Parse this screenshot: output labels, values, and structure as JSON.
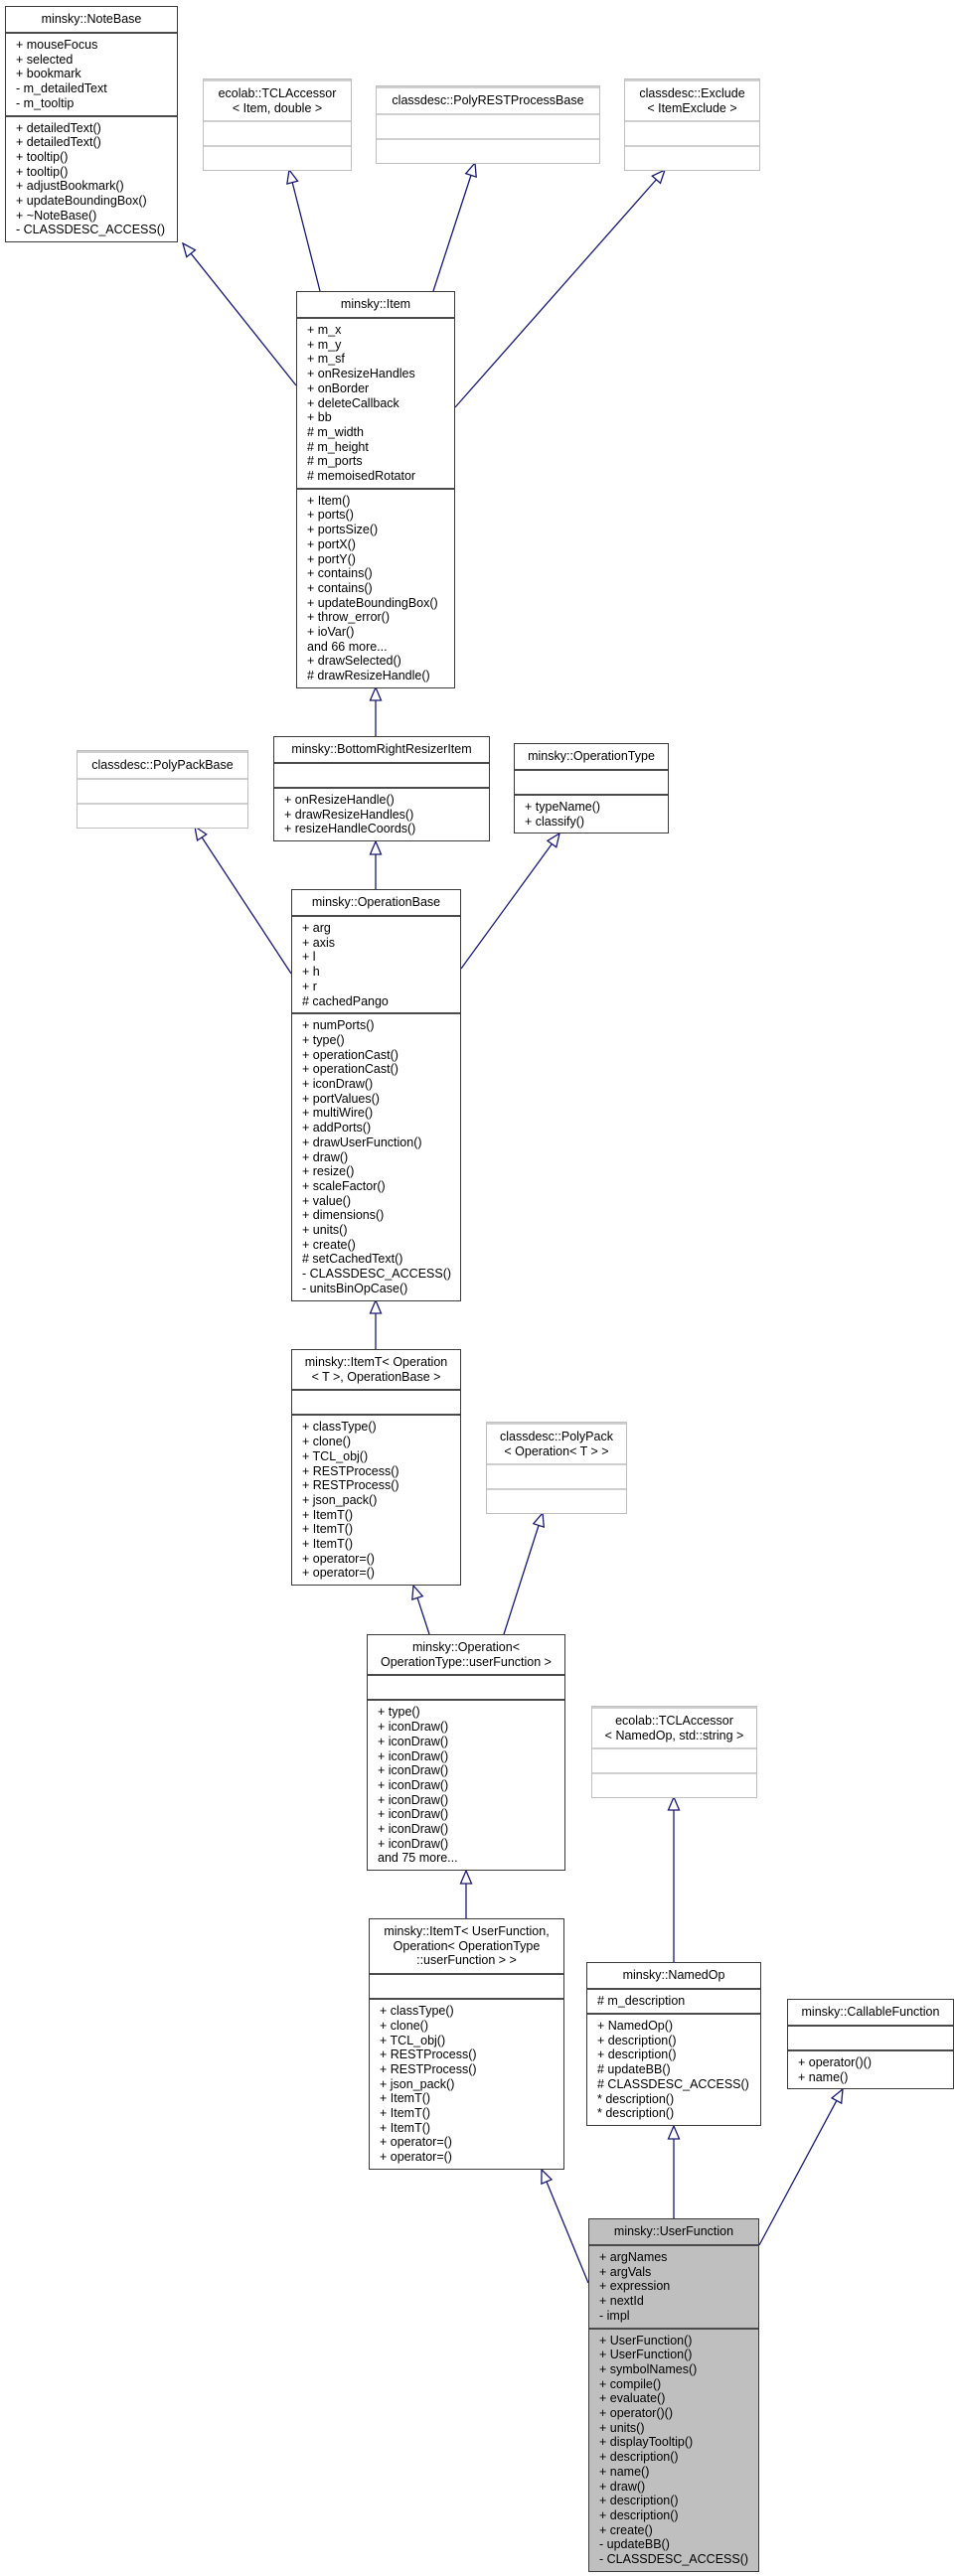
{
  "classes": [
    {
      "title": [
        "minsky::NoteBase"
      ],
      "style": "documented",
      "attributes": [
        "+ mouseFocus",
        "+ selected",
        "+ bookmark",
        "- m_detailedText",
        "- m_tooltip"
      ],
      "methods": [
        "+ detailedText()",
        "+ detailedText()",
        "+ tooltip()",
        "+ tooltip()",
        "+ adjustBookmark()",
        "+ updateBoundingBox()",
        "+ ~NoteBase()",
        "- CLASSDESC_ACCESS()"
      ]
    },
    {
      "title": [
        "ecolab::TCLAccessor",
        "< Item, double >"
      ],
      "style": "external",
      "attributes": [],
      "methods": []
    },
    {
      "title": [
        "classdesc::PolyRESTProcessBase"
      ],
      "style": "external",
      "attributes": [],
      "methods": []
    },
    {
      "title": [
        "classdesc::Exclude",
        "< ItemExclude >"
      ],
      "style": "external",
      "attributes": [],
      "methods": []
    },
    {
      "title": [
        "minsky::Item"
      ],
      "style": "documented",
      "attributes": [
        "+ m_x",
        "+ m_y",
        "+ m_sf",
        "+ onResizeHandles",
        "+ onBorder",
        "+ deleteCallback",
        "+ bb",
        "# m_width",
        "# m_height",
        "# m_ports",
        "# memoisedRotator"
      ],
      "methods": [
        "+ Item()",
        "+ ports()",
        "+ portsSize()",
        "+ portX()",
        "+ portY()",
        "+ contains()",
        "+ contains()",
        "+ updateBoundingBox()",
        "+ throw_error()",
        "+ ioVar()",
        "and 66 more...",
        "+ drawSelected()",
        "# drawResizeHandle()"
      ]
    },
    {
      "title": [
        "minsky::BottomRightResizerItem"
      ],
      "style": "documented",
      "attributes": [],
      "methods": [
        "+ onResizeHandle()",
        "+ drawResizeHandles()",
        "+ resizeHandleCoords()"
      ]
    },
    {
      "title": [
        "classdesc::PolyPackBase"
      ],
      "style": "external",
      "attributes": [],
      "methods": []
    },
    {
      "title": [
        "minsky::OperationType"
      ],
      "style": "documented",
      "attributes": [],
      "methods": [
        "+ typeName()",
        "+ classify()"
      ]
    },
    {
      "title": [
        "minsky::OperationBase"
      ],
      "style": "documented",
      "attributes": [
        "+ arg",
        "+ axis",
        "+ l",
        "+ h",
        "+ r",
        "# cachedPango"
      ],
      "methods": [
        "+ numPorts()",
        "+ type()",
        "+ operationCast()",
        "+ operationCast()",
        "+ iconDraw()",
        "+ portValues()",
        "+ multiWire()",
        "+ addPorts()",
        "+ drawUserFunction()",
        "+ draw()",
        "+ resize()",
        "+ scaleFactor()",
        "+ value()",
        "+ dimensions()",
        "+ units()",
        "+ create()",
        "# setCachedText()",
        "- CLASSDESC_ACCESS()",
        "- unitsBinOpCase()"
      ]
    },
    {
      "title": [
        "minsky::ItemT< Operation",
        "< T >, OperationBase >"
      ],
      "style": "documented",
      "attributes": [],
      "methods": [
        "+ classType()",
        "+ clone()",
        "+ TCL_obj()",
        "+ RESTProcess()",
        "+ RESTProcess()",
        "+ json_pack()",
        "+ ItemT()",
        "+ ItemT()",
        "+ ItemT()",
        "+ operator=()",
        "+ operator=()"
      ]
    },
    {
      "title": [
        "classdesc::PolyPack",
        "< Operation< T > >"
      ],
      "style": "external",
      "attributes": [],
      "methods": []
    },
    {
      "title": [
        "minsky::Operation<",
        "OperationType::userFunction >"
      ],
      "style": "documented",
      "attributes": [],
      "methods": [
        "+ type()",
        "+ iconDraw()",
        "+ iconDraw()",
        "+ iconDraw()",
        "+ iconDraw()",
        "+ iconDraw()",
        "+ iconDraw()",
        "+ iconDraw()",
        "+ iconDraw()",
        "+ iconDraw()",
        "and 75 more..."
      ]
    },
    {
      "title": [
        "ecolab::TCLAccessor",
        "< NamedOp, std::string >"
      ],
      "style": "external",
      "attributes": [],
      "methods": []
    },
    {
      "title": [
        "minsky::ItemT< UserFunction,",
        "Operation< OperationType",
        "::userFunction > >"
      ],
      "style": "documented",
      "attributes": [],
      "methods": [
        "+ classType()",
        "+ clone()",
        "+ TCL_obj()",
        "+ RESTProcess()",
        "+ RESTProcess()",
        "+ json_pack()",
        "+ ItemT()",
        "+ ItemT()",
        "+ ItemT()",
        "+ operator=()",
        "+ operator=()"
      ]
    },
    {
      "title": [
        "minsky::NamedOp"
      ],
      "style": "documented",
      "attributes": [
        "# m_description"
      ],
      "methods": [
        "+ NamedOp()",
        "+ description()",
        "+ description()",
        "# updateBB()",
        "# CLASSDESC_ACCESS()",
        "* description()",
        "* description()"
      ]
    },
    {
      "title": [
        "minsky::CallableFunction"
      ],
      "style": "documented",
      "attributes": [],
      "methods": [
        "+ operator()()",
        "+ name()"
      ]
    },
    {
      "title": [
        "minsky::UserFunction"
      ],
      "style": "focus",
      "attributes": [
        "+ argNames",
        "+ argVals",
        "+ expression",
        "+ nextId",
        "- impl"
      ],
      "methods": [
        "+ UserFunction()",
        "+ UserFunction()",
        "+ symbolNames()",
        "+ compile()",
        "+ evaluate()",
        "+ operator()()",
        "+ units()",
        "+ displayTooltip()",
        "+ description()",
        "+ name()",
        "+ draw()",
        "+ description()",
        "+ description()",
        "+ create()",
        "- updateBB()",
        "- CLASSDESC_ACCESS()"
      ]
    }
  ],
  "inheritance": [
    {
      "child": "minsky::Item",
      "parent": "minsky::NoteBase"
    },
    {
      "child": "minsky::Item",
      "parent": "ecolab::TCLAccessor< Item, double >"
    },
    {
      "child": "minsky::Item",
      "parent": "classdesc::PolyRESTProcessBase"
    },
    {
      "child": "minsky::Item",
      "parent": "classdesc::Exclude< ItemExclude >"
    },
    {
      "child": "minsky::BottomRightResizerItem",
      "parent": "minsky::Item"
    },
    {
      "child": "minsky::OperationBase",
      "parent": "minsky::BottomRightResizerItem"
    },
    {
      "child": "minsky::OperationBase",
      "parent": "classdesc::PolyPackBase"
    },
    {
      "child": "minsky::OperationBase",
      "parent": "minsky::OperationType"
    },
    {
      "child": "minsky::ItemT< Operation< T >, OperationBase >",
      "parent": "minsky::OperationBase"
    },
    {
      "child": "minsky::Operation< OperationType::userFunction >",
      "parent": "minsky::ItemT< Operation< T >, OperationBase >"
    },
    {
      "child": "minsky::Operation< OperationType::userFunction >",
      "parent": "classdesc::PolyPack< Operation< T > >"
    },
    {
      "child": "minsky::ItemT< UserFunction, ... >",
      "parent": "minsky::Operation< OperationType::userFunction >"
    },
    {
      "child": "minsky::NamedOp",
      "parent": "ecolab::TCLAccessor< NamedOp, std::string >"
    },
    {
      "child": "minsky::UserFunction",
      "parent": "minsky::ItemT< UserFunction, ... >"
    },
    {
      "child": "minsky::UserFunction",
      "parent": "minsky::NamedOp"
    },
    {
      "child": "minsky::UserFunction",
      "parent": "minsky::CallableFunction"
    }
  ],
  "colors": {
    "edge": "#191970",
    "focus_fill": "#bfbfbf",
    "external_border": "#bfbfbf",
    "documented_border": "#3a3a3a"
  }
}
